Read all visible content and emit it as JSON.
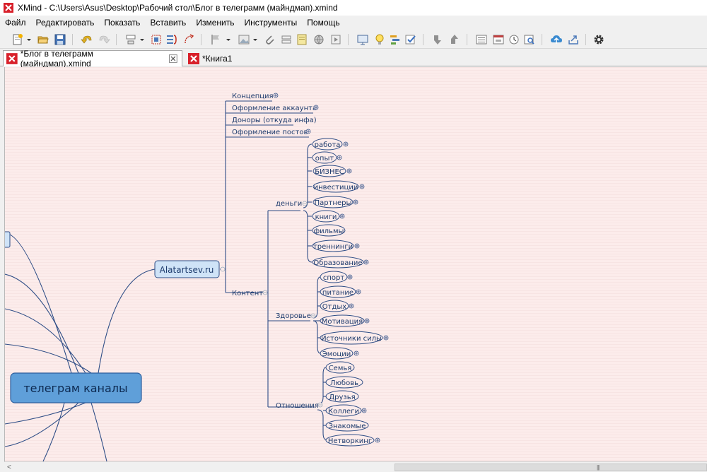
{
  "window": {
    "title": "XMind - C:\\Users\\Asus\\Desktop\\Рабочий стол\\Блог в телеграмм (майндмап).xmind"
  },
  "menu": [
    "Файл",
    "Редактировать",
    "Показать",
    "Вставить",
    "Изменить",
    "Инструменты",
    "Помощь"
  ],
  "tabs": [
    {
      "label": "*Блог в телеграмм (майндмап).xmind",
      "active": true
    },
    {
      "label": "*Книга1",
      "active": false
    }
  ],
  "mindmap": {
    "central": "телеграм каналы",
    "main_topic": "Alatartsev.ru",
    "top_branches": [
      "Концепция",
      "Оформление аккаунта",
      "Доноры (откуда инфа)",
      "Оформление постов"
    ],
    "content": "Контент",
    "money": {
      "label": "деньги",
      "items": [
        "работа",
        "опыт",
        "БИЗНЕС",
        "инвестиции",
        "Партнеры",
        "книги",
        "фильмы",
        "треннинги",
        "Образование"
      ]
    },
    "health": {
      "label": "Здоровье",
      "items": [
        "спорт",
        "питание",
        "Отдых",
        "Мотивация",
        "Источники силы",
        "Эмоции"
      ]
    },
    "relations": {
      "label": "Отношения",
      "items": [
        "Семья",
        "Любовь",
        "Друзья",
        "Коллеги",
        "Знакомые",
        "Нетворкинг"
      ]
    }
  },
  "colors": {
    "canvas_bg": "#fceceb",
    "line": "#2e4d86",
    "central_fill": "#5f9fd9",
    "main_fill": "#cfe3f7",
    "brand": "#d8202a"
  }
}
